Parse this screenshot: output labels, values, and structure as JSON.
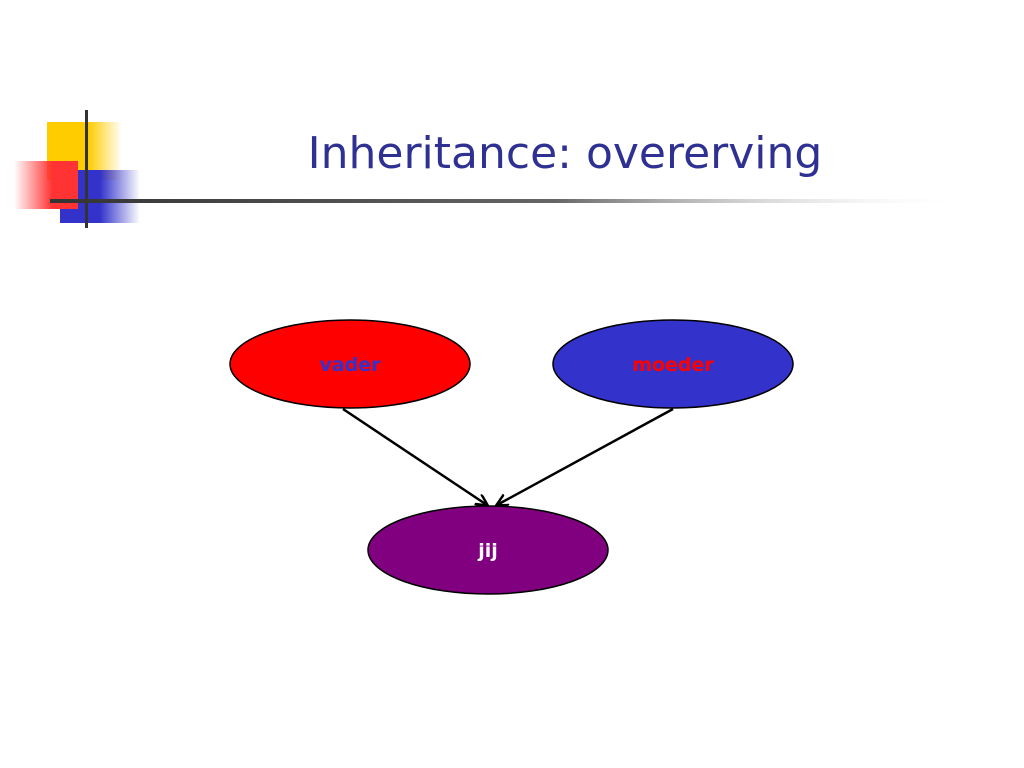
{
  "slide": {
    "title": "Inheritance: overerving"
  },
  "diagram": {
    "nodes": [
      {
        "id": "vader",
        "label": "vader",
        "fill": "#ff0000",
        "text_color": "#3333cc"
      },
      {
        "id": "moeder",
        "label": "moeder",
        "fill": "#3333cc",
        "text_color": "#ff0000"
      },
      {
        "id": "jij",
        "label": "jij",
        "fill": "#800080",
        "text_color": "#ffffff"
      }
    ],
    "edges": [
      {
        "from": "vader",
        "to": "jij"
      },
      {
        "from": "moeder",
        "to": "jij"
      }
    ]
  },
  "colors": {
    "title": "#2e3192",
    "decor_yellow": "#ffcc00",
    "decor_red": "#ff3333",
    "decor_blue": "#3333cc",
    "rule": "#333333"
  }
}
